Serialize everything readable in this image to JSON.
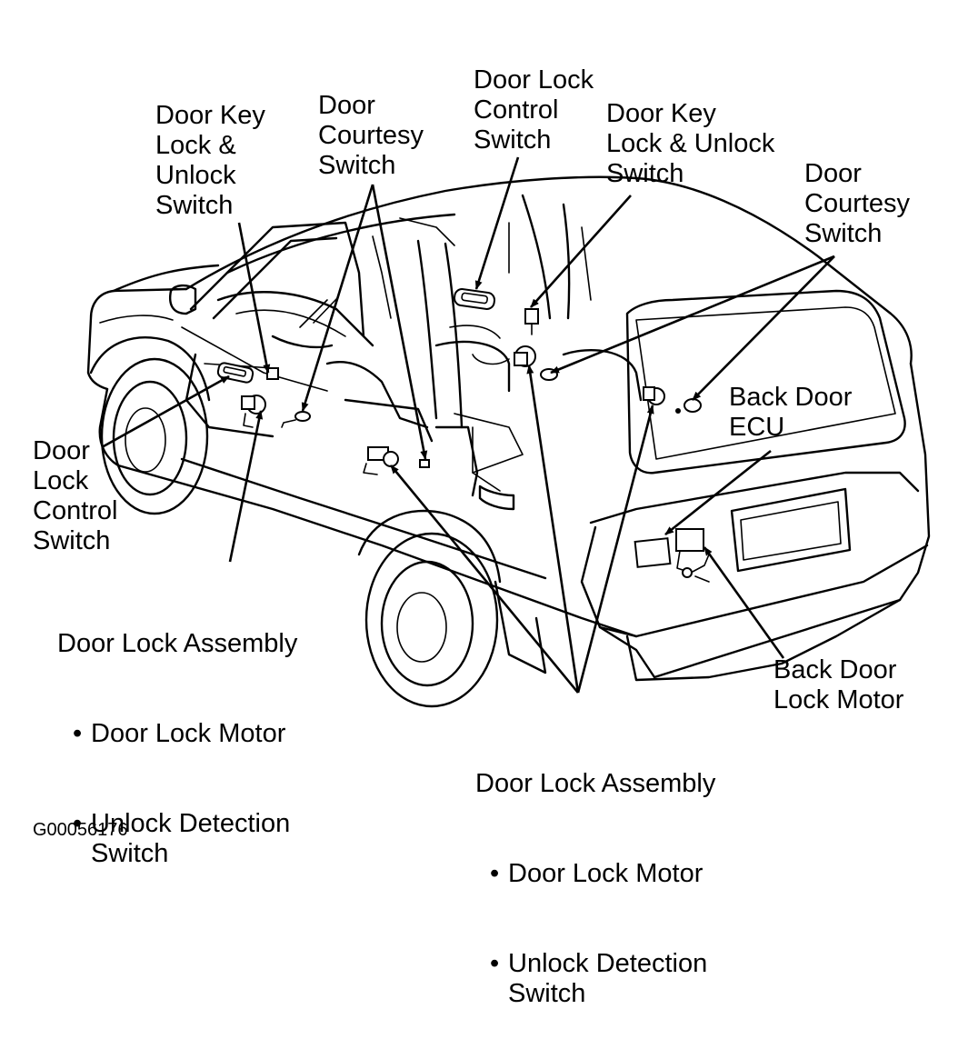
{
  "diagram": {
    "labels": {
      "door_key_left": "Door Key\nLock &\nUnlock\nSwitch",
      "door_courtesy_front": "Door\nCourtesy\nSwitch",
      "door_lock_control_top": "Door Lock\nControl\nSwitch",
      "door_key_right": "Door Key\nLock & Unlock\nSwitch",
      "door_courtesy_rear": "Door\nCourtesy\nSwitch",
      "back_door_ecu": "Back Door\nECU",
      "door_lock_control_left": "Door\nLock\nControl\nSwitch",
      "back_door_lock_motor": "Back Door\nLock Motor"
    },
    "assembly_front": {
      "title": "Door Lock Assembly",
      "items": [
        "Door Lock Motor",
        "Unlock Detection\nSwitch"
      ]
    },
    "assembly_rear": {
      "title": "Door Lock Assembly",
      "items": [
        "Door Lock Motor",
        "Unlock Detection\nSwitch"
      ]
    },
    "figure_code": "G00056176"
  }
}
